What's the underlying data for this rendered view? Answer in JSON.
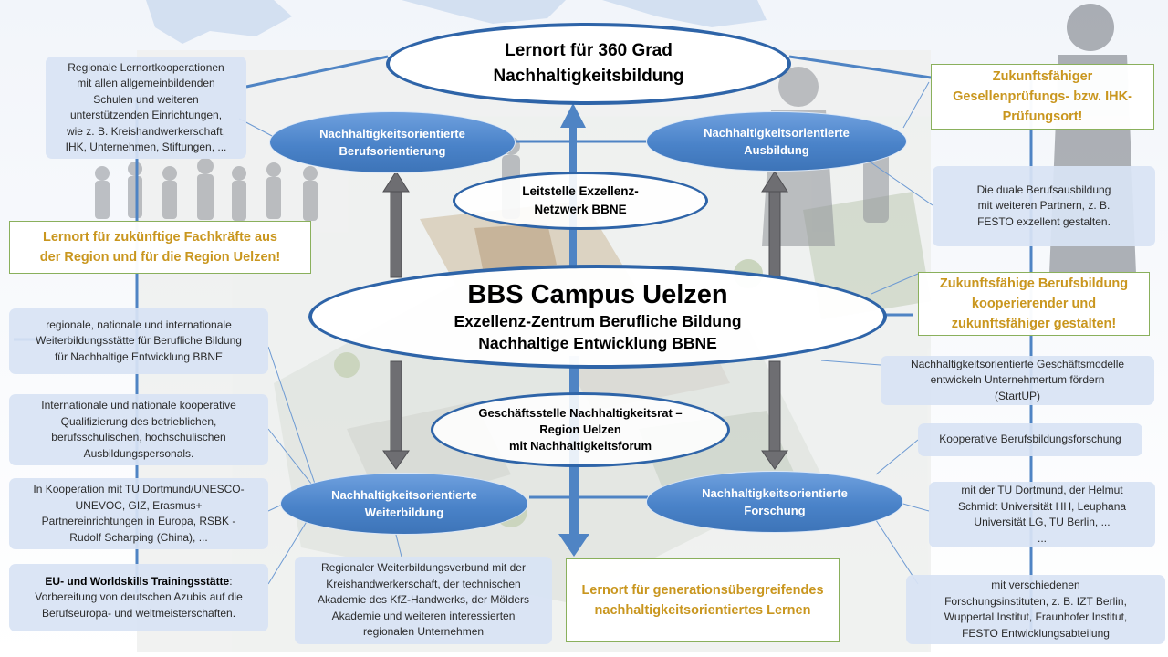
{
  "top": {
    "line1": "Lernort für 360 Grad",
    "line2": "Nachhaltigkeitsbildung"
  },
  "center": {
    "title": "BBS Campus Uelzen",
    "line2": "Exzellenz-Zentrum Berufliche Bildung",
    "line3": "Nachhaltige Entwicklung BBNE"
  },
  "leitstelle": {
    "line1": "Leitstelle Exzellenz-",
    "line2": "Netzwerk BBNE"
  },
  "geschaeftsstelle": {
    "line1": "Geschäftsstelle Nachhaltigkeitsrat –",
    "line2": "Region Uelzen",
    "line3": "mit Nachhaltigkeitsforum"
  },
  "pillars": {
    "berufsorientierung": [
      "Nachhaltigkeitsorientierte",
      "Berufsorientierung"
    ],
    "ausbildung": [
      "Nachhaltigkeitsorientierte",
      "Ausbildung"
    ],
    "weiterbildung": [
      "Nachhaltigkeitsorientierte",
      "Weiterbildung"
    ],
    "forschung": [
      "Nachhaltigkeitsorientierte",
      "Forschung"
    ]
  },
  "highlights": {
    "fachkraefte": [
      "Lernort für zukünftige Fachkräfte aus",
      "der Region und für die Region Uelzen!"
    ],
    "pruefungsort": [
      "Zukunftsfähiger",
      "Gesellenprüfungs- bzw. IHK-",
      "Prüfungsort!"
    ],
    "berufsbildung": [
      "Zukunftsfähige Berufsbildung",
      "kooperierender und",
      "zukunftsfähiger gestalten!"
    ],
    "generationen": [
      "Lernort für generationsübergreifendes",
      "nachhaltigkeitsorientiertes Lernen"
    ]
  },
  "boxes": {
    "lernortkoop": [
      "Regionale Lernortkooperationen",
      "mit allen allgemeinbildenden",
      "Schulen und weiteren",
      "unterstützenden Einrichtungen,",
      "wie z. B. Kreishandwerkerschaft,",
      "IHK, Unternehmen, Stiftungen, ..."
    ],
    "dual": [
      "Die duale Berufsausbildung",
      "mit weiteren Partnern, z. B.",
      "FESTO exzellent gestalten."
    ],
    "weiterbildungsstaette": [
      "regionale, nationale und internationale",
      "Weiterbildungsstätte für Berufliche Bildung",
      "für Nachhaltige Entwicklung BBNE"
    ],
    "qualifizierung": [
      "Internationale und nationale kooperative",
      "Qualifizierung des betrieblichen,",
      "berufsschulischen, hochschulischen",
      "Ausbildungspersonals."
    ],
    "kooperation": [
      "In Kooperation mit TU Dortmund/UNESCO-",
      "UNEVOC, GIZ, Erasmus+",
      "Partnereinrichtungen in Europa, RSBK -",
      "Rudolf Scharping (China), ..."
    ],
    "worldskills_bold": "EU- und Worldskills Trainingsstätte",
    "worldskills_lines": [
      "Vorbereitung von deutschen Azubis auf die",
      "Berufseuropa- und weltmeisterschaften."
    ],
    "verbund": [
      "Regionaler Weiterbildungsverbund mit der",
      "Kreishandwerkerschaft, der technischen",
      "Akademie des KfZ-Handwerks, der Mölders",
      "Akademie und weiteren interessierten",
      "regionalen Unternehmen"
    ],
    "geschaeftsmodelle": [
      "Nachhaltigkeitsorientierte Geschäftsmodelle",
      "entwickeln Unternehmertum fördern",
      "(StartUP)"
    ],
    "forschung_koop": "Kooperative Berufsbildungsforschung",
    "universitaeten": [
      "mit der TU Dortmund, der Helmut",
      "Schmidt Universität HH, Leuphana",
      "Universität LG, TU Berlin, ...",
      "..."
    ],
    "institute": [
      "mit verschiedenen",
      "Forschungsinstituten, z. B. IZT Berlin,",
      "Wuppertal Institut, Fraunhofer Institut,",
      "FESTO Entwicklungsabteilung"
    ]
  },
  "colors": {
    "accent_blue": "#2e64a8",
    "pillar_blue": "#4a83c9",
    "box_fill": "#d8e3f4",
    "gold_text": "#c9961e",
    "gold_border": "#8ab05c"
  }
}
